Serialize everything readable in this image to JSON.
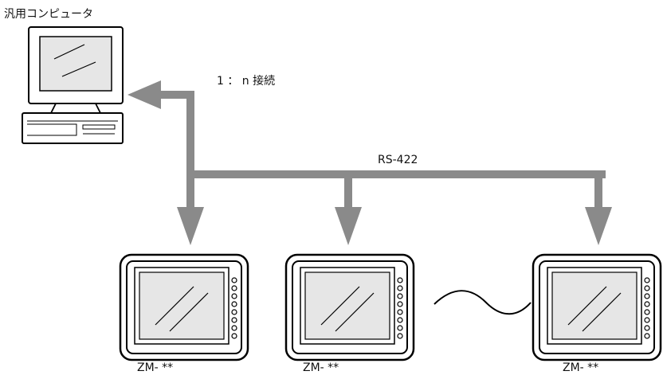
{
  "labels": {
    "computer": "汎用コンピュータ",
    "connection": "1 ： n 接続",
    "bus": "RS-422"
  },
  "terminals": [
    {
      "label": "ZM- **"
    },
    {
      "label": "ZM- **"
    },
    {
      "label": "ZM- **"
    }
  ],
  "colors": {
    "line": "#8a8a8a",
    "outline": "#000000",
    "screen": "#e6e6e6",
    "background": "#ffffff"
  },
  "icons": {
    "host": "desktop-computer-icon",
    "terminal": "touch-panel-icon",
    "gap": "tilde-continuation-icon"
  }
}
